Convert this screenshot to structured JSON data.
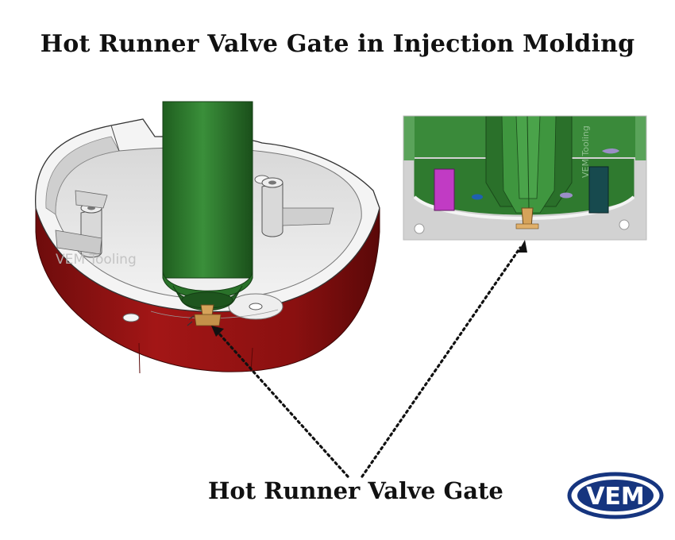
{
  "title": "Hot Runner Valve Gate in Injection Molding",
  "callout_label": "Hot Runner Valve Gate",
  "watermark_main": "VEM Tooling",
  "watermark_inset": "VEM Tooling",
  "logo_text": "VEM",
  "colors": {
    "part_red": "#8e1111",
    "nozzle_green": "#2e7d2e",
    "part_white": "#e9e9e9",
    "gate_gold": "#d6a35a",
    "inset_magenta": "#c13bc4",
    "inset_teal": "#174a4e",
    "logo_blue": "#16357f"
  }
}
